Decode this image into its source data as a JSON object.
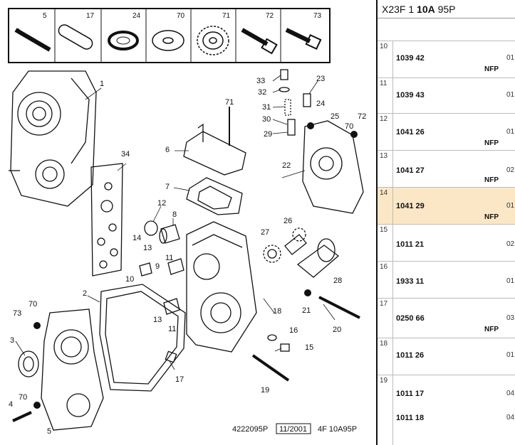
{
  "header_parts": [
    {
      "num": "5"
    },
    {
      "num": "17"
    },
    {
      "num": "24"
    },
    {
      "num": "70"
    },
    {
      "num": "71"
    },
    {
      "num": "72"
    },
    {
      "num": "73"
    }
  ],
  "callouts": {
    "c1": "1",
    "c2": "2",
    "c3": "3",
    "c4": "4",
    "c5": "5",
    "c6": "6",
    "c7": "7",
    "c8": "8",
    "c9": "9",
    "c10": "10",
    "c11": "11",
    "c12": "12",
    "c13a": "13",
    "c13b": "13",
    "c14": "14",
    "c15": "15",
    "c16": "16",
    "c17": "17",
    "c18": "18",
    "c19": "19",
    "c20": "20",
    "c21": "21",
    "c22": "22",
    "c23": "23",
    "c24": "24",
    "c25": "25",
    "c26": "26",
    "c27": "27",
    "c28": "28",
    "c29": "29",
    "c30": "30",
    "c31": "31",
    "c32": "32",
    "c33": "33",
    "c34": "34",
    "c70a": "70",
    "c70b": "70",
    "c70c": "70",
    "c71": "71",
    "c72": "72",
    "c73": "73",
    "c11b": "11"
  },
  "footer": {
    "code": "4222095P",
    "date": "11/2001",
    "ref": "4F 10A95P"
  },
  "parts_table": {
    "title_a": "X23F 1",
    "title_b": "10A",
    "title_c": "95P",
    "rows": [
      {
        "idx": "10",
        "ref": "1039 42",
        "nfp": "NFP",
        "side": "01"
      },
      {
        "idx": "11",
        "ref": "1039 43",
        "nfp": "",
        "side": "01"
      },
      {
        "idx": "12",
        "ref": "1041 26",
        "nfp": "NFP",
        "side": "01"
      },
      {
        "idx": "13",
        "ref": "1041 27",
        "nfp": "NFP",
        "side": "02"
      },
      {
        "idx": "14",
        "ref": "1041 29",
        "nfp": "NFP",
        "side": "01"
      },
      {
        "idx": "15",
        "ref": "1011 21",
        "nfp": "",
        "side": "02"
      },
      {
        "idx": "16",
        "ref": "1933 11",
        "nfp": "",
        "side": "01"
      },
      {
        "idx": "17",
        "ref": "0250 66",
        "nfp": "NFP",
        "side": "03"
      },
      {
        "idx": "18",
        "ref": "1011 26",
        "nfp": "",
        "side": "01"
      },
      {
        "idx": "19",
        "ref": "1011 17",
        "nfp": "",
        "side": "04"
      },
      {
        "idx": "19b",
        "ref": "1011 18",
        "nfp": "",
        "side": "04"
      }
    ]
  }
}
